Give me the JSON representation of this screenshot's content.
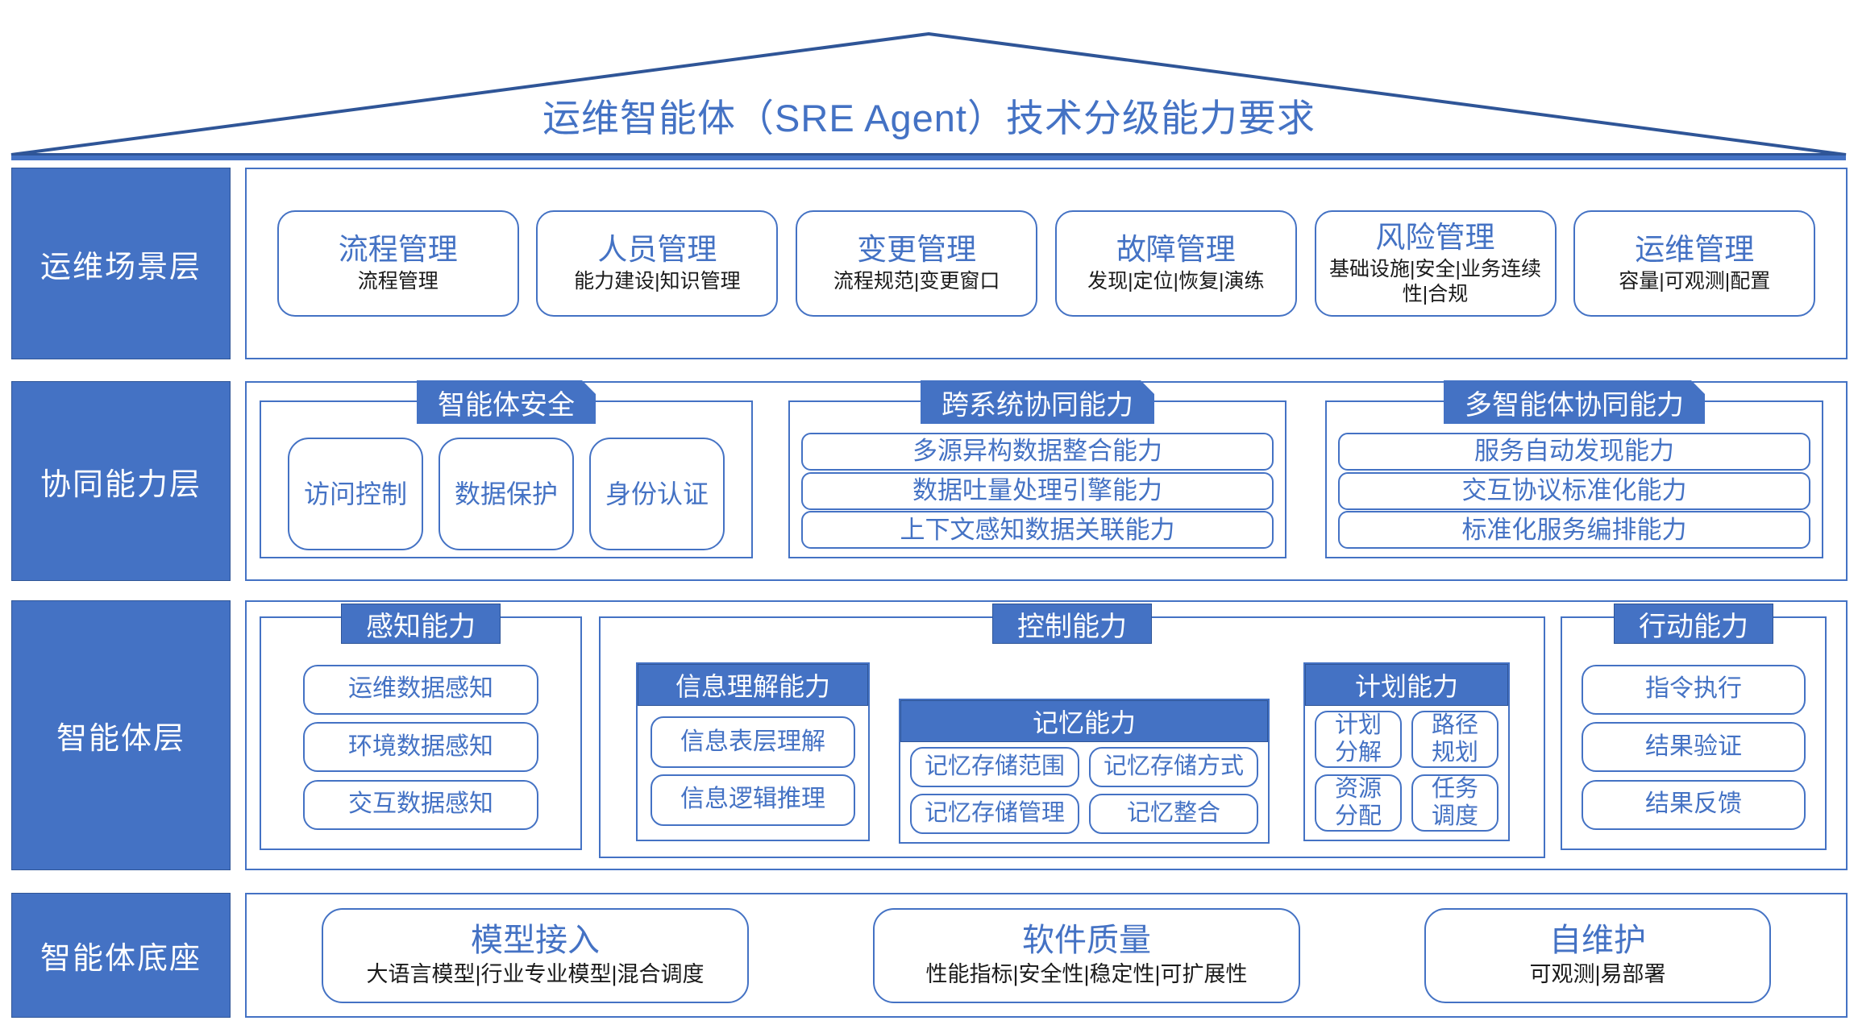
{
  "roof": {
    "title": "运维智能体（SRE Agent）技术分级能力要求",
    "accent": "#4472C4",
    "outline": "#2F5597"
  },
  "layers": [
    {
      "id": "scene",
      "label": "运维场景层",
      "cards": [
        {
          "title": "流程管理",
          "subtitle": "流程管理"
        },
        {
          "title": "人员管理",
          "subtitle": "能力建设|知识管理"
        },
        {
          "title": "变更管理",
          "subtitle": "流程规范|变更窗口"
        },
        {
          "title": "故障管理",
          "subtitle": "发现|定位|恢复|演练"
        },
        {
          "title": "风险管理",
          "subtitle": "基础设施|安全|业务连续性|合规"
        },
        {
          "title": "运维管理",
          "subtitle": "容量|可观测|配置"
        }
      ]
    },
    {
      "id": "collab",
      "label": "协同能力层",
      "groups": [
        {
          "banner": "智能体安全",
          "items": [
            "访问控制",
            "数据保护",
            "身份认证"
          ]
        },
        {
          "banner": "跨系统协同能力",
          "items": [
            "多源异构数据整合能力",
            "数据吐量处理引擎能力",
            "上下文感知数据关联能力"
          ]
        },
        {
          "banner": "多智能体协同能力",
          "items": [
            "服务自动发现能力",
            "交互协议标准化能力",
            "标准化服务编排能力"
          ]
        }
      ]
    },
    {
      "id": "agent",
      "label": "智能体层",
      "perception": {
        "banner": "感知能力",
        "items": [
          "运维数据感知",
          "环境数据感知",
          "交互数据感知"
        ]
      },
      "control": {
        "banner": "控制能力",
        "boxes": [
          {
            "head": "信息理解能力",
            "items": [
              "信息表层理解",
              "信息逻辑推理"
            ]
          },
          {
            "head": "记忆能力",
            "items": [
              "记忆存储范围",
              "记忆存储方式",
              "记忆存储管理",
              "记忆整合"
            ]
          },
          {
            "head": "计划能力",
            "items": [
              "计划\n分解",
              "路径\n规划",
              "资源\n分配",
              "任务\n调度"
            ]
          }
        ]
      },
      "action": {
        "banner": "行动能力",
        "items": [
          "指令执行",
          "结果验证",
          "结果反馈"
        ]
      }
    },
    {
      "id": "base",
      "label": "智能体底座",
      "cards": [
        {
          "title": "模型接入",
          "subtitle": "大语言模型|行业专业模型|混合调度"
        },
        {
          "title": "软件质量",
          "subtitle": "性能指标|安全性|稳定性|可扩展性"
        },
        {
          "title": "自维护",
          "subtitle": "可观测|易部署"
        }
      ]
    }
  ]
}
